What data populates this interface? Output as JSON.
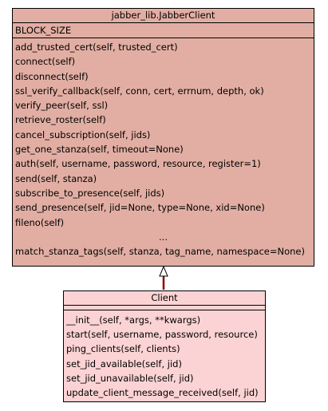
{
  "parent_class": {
    "name": "jabber_lib.JabberClient",
    "attributes": [
      "BLOCK_SIZE"
    ],
    "methods": [
      "add_trusted_cert(self, trusted_cert)",
      "connect(self)",
      "disconnect(self)",
      "ssl_verify_callback(self, conn, cert, errnum, depth, ok)",
      "verify_peer(self, ssl)",
      "retrieve_roster(self)",
      "cancel_subscription(self, jids)",
      "get_one_stanza(self, timeout=None)",
      "auth(self, username, password, resource, register=1)",
      "send(self, stanza)",
      "subscribe_to_presence(self, jids)",
      "send_presence(self, jid=None, type=None, xid=None)",
      "fileno(self)",
      "...",
      "match_stanza_tags(self, stanza, tag_name, namespace=None)"
    ],
    "fill_color": "#e2aea3"
  },
  "child_class": {
    "name": "Client",
    "methods": [
      "__init__(self, *args, **kwargs)",
      "start(self, username, password, resource)",
      "ping_clients(self, clients)",
      "set_jid_available(self, jid)",
      "set_jid_unavailable(self, jid)",
      "update_client_message_received(self, jid)"
    ],
    "fill_color": "#fcd3d4"
  },
  "relationship": {
    "type": "inheritance",
    "line_color": "#8b0000"
  }
}
